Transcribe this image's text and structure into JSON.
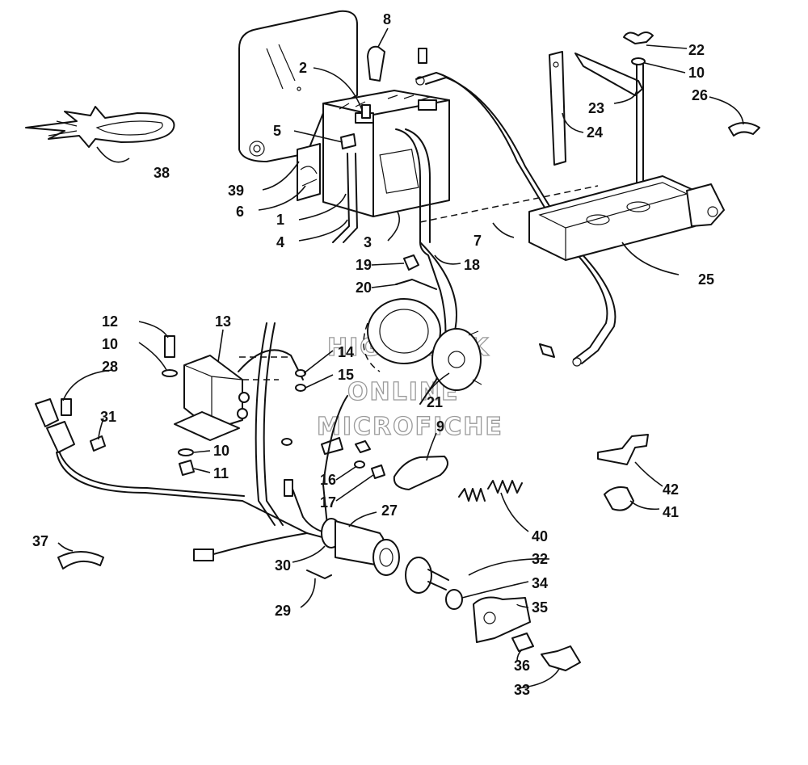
{
  "diagram": {
    "watermark_lines": [
      "HIGHMARK",
      "ONLINE",
      "MICROFICHE"
    ],
    "callouts": {
      "c1": "1",
      "c2": "2",
      "c3": "3",
      "c4": "4",
      "c5": "5",
      "c6": "6",
      "c7": "7",
      "c8": "8",
      "c9": "9",
      "c10a": "10",
      "c10b": "10",
      "c10c": "10",
      "c11": "11",
      "c12": "12",
      "c13": "13",
      "c14": "14",
      "c15": "15",
      "c16": "16",
      "c17": "17",
      "c18": "18",
      "c19": "19",
      "c20": "20",
      "c21": "21",
      "c22": "22",
      "c23": "23",
      "c24": "24",
      "c25": "25",
      "c26": "26",
      "c27": "27",
      "c28": "28",
      "c29": "29",
      "c30": "30",
      "c31": "31",
      "c32": "32",
      "c33": "33",
      "c34": "34",
      "c35": "35",
      "c36": "36",
      "c37": "37",
      "c38": "38",
      "c39": "39",
      "c40": "40",
      "c41": "41",
      "c42": "42"
    }
  }
}
